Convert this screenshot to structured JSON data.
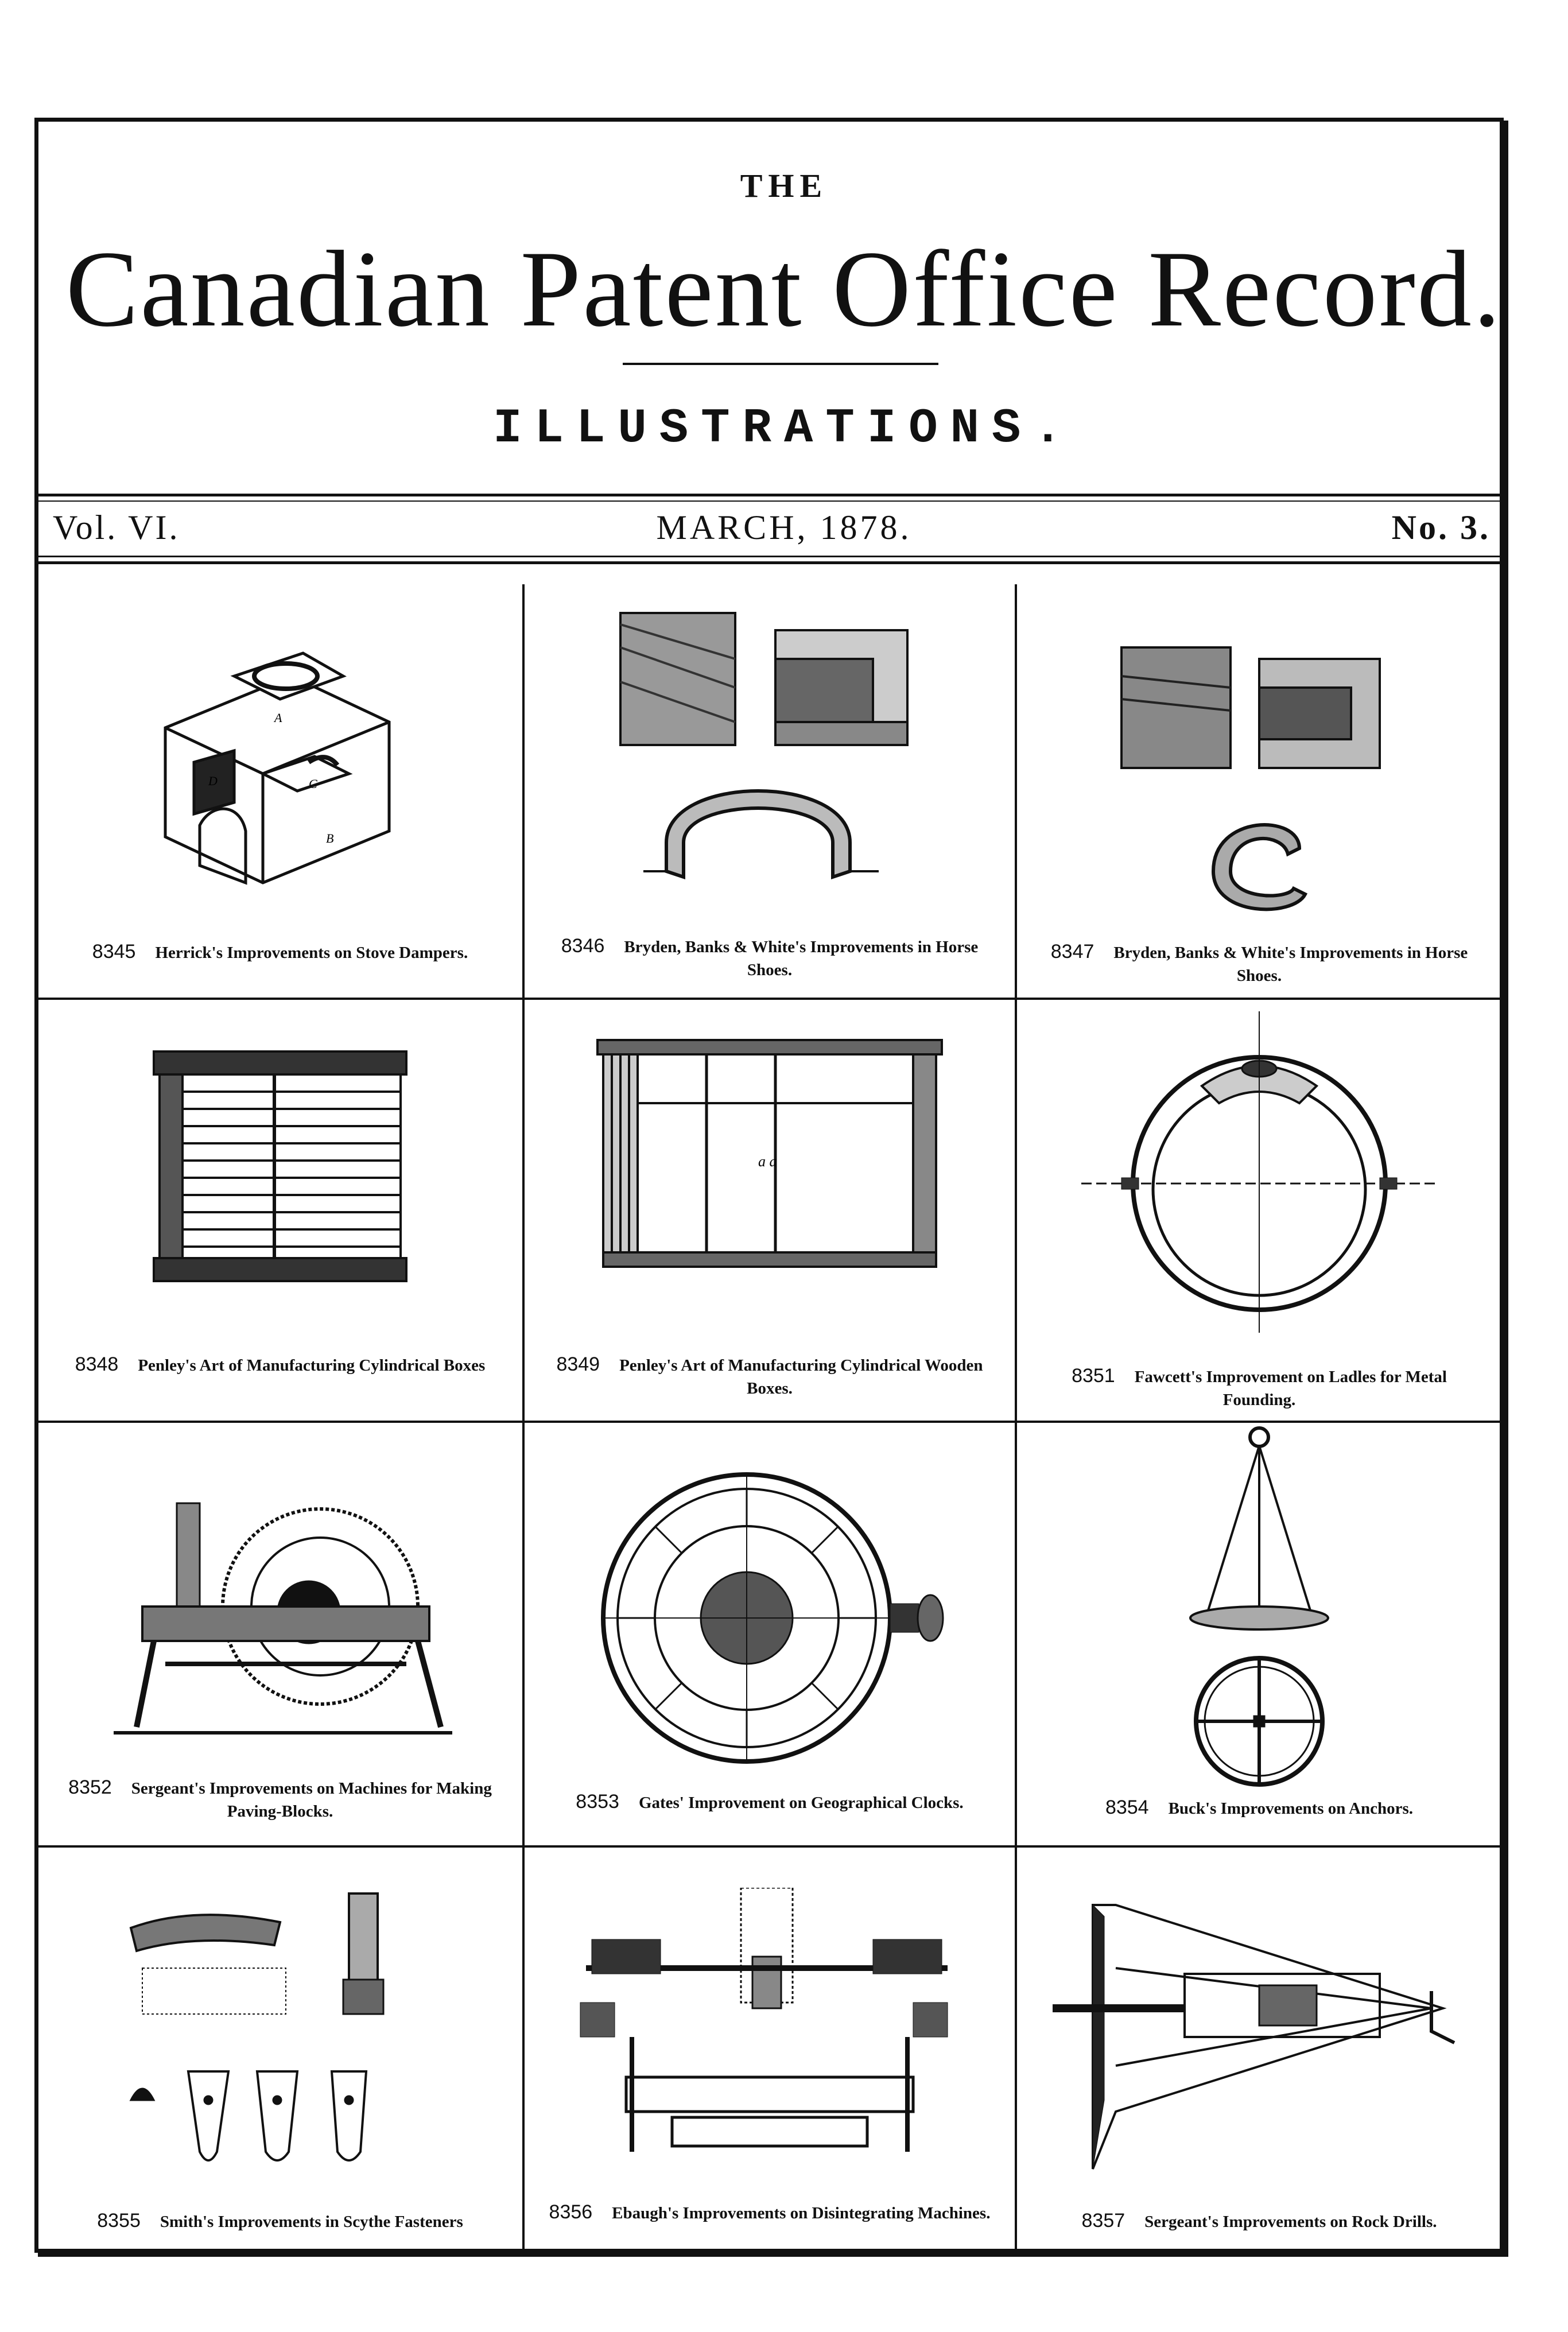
{
  "header": {
    "the": "THE",
    "title": "Canadian Patent Office Record.",
    "subtitle": "ILLUSTRATIONS."
  },
  "issue": {
    "volume": "Vol. VI.",
    "date": "MARCH, 1878.",
    "number": "No. 3."
  },
  "figures": [
    {
      "number": "8345",
      "caption": "Herrick's Improvements on Stove Dampers.",
      "icon": "stove-damper-drawing"
    },
    {
      "number": "8346",
      "caption": "Bryden, Banks & White's Improvements in Horse Shoes.",
      "icon": "horse-shoe-drawing"
    },
    {
      "number": "8347",
      "caption": "Bryden, Banks & White's Improvements in Horse Shoes.",
      "icon": "horse-shoe-drawing"
    },
    {
      "number": "8348",
      "caption": "Penley's Art of Manufacturing Cylindrical Boxes",
      "icon": "cylindrical-box-drawing"
    },
    {
      "number": "8349",
      "caption": "Penley's Art of Manufacturing Cylindrical Wooden Boxes.",
      "icon": "wooden-box-drawing"
    },
    {
      "number": "8351",
      "caption": "Fawcett's Improvement on Ladles for Metal Founding.",
      "icon": "ladle-drawing"
    },
    {
      "number": "8352",
      "caption": "Sergeant's Improvements on Machines for Making Paving-Blocks.",
      "icon": "paving-block-machine-drawing"
    },
    {
      "number": "8353",
      "caption": "Gates' Improvement on Geographical Clocks.",
      "icon": "geographical-clock-drawing"
    },
    {
      "number": "8354",
      "caption": "Buck's Improvements on Anchors.",
      "icon": "anchor-drawing"
    },
    {
      "number": "8355",
      "caption": "Smith's Improvements in Scythe Fasteners",
      "icon": "scythe-fastener-drawing"
    },
    {
      "number": "8356",
      "caption": "Ebaugh's Improvements on Disintegrating Machines.",
      "icon": "disintegrating-machine-drawing"
    },
    {
      "number": "8357",
      "caption": "Sergeant's Improvements on Rock Drills.",
      "icon": "rock-drill-drawing"
    }
  ]
}
